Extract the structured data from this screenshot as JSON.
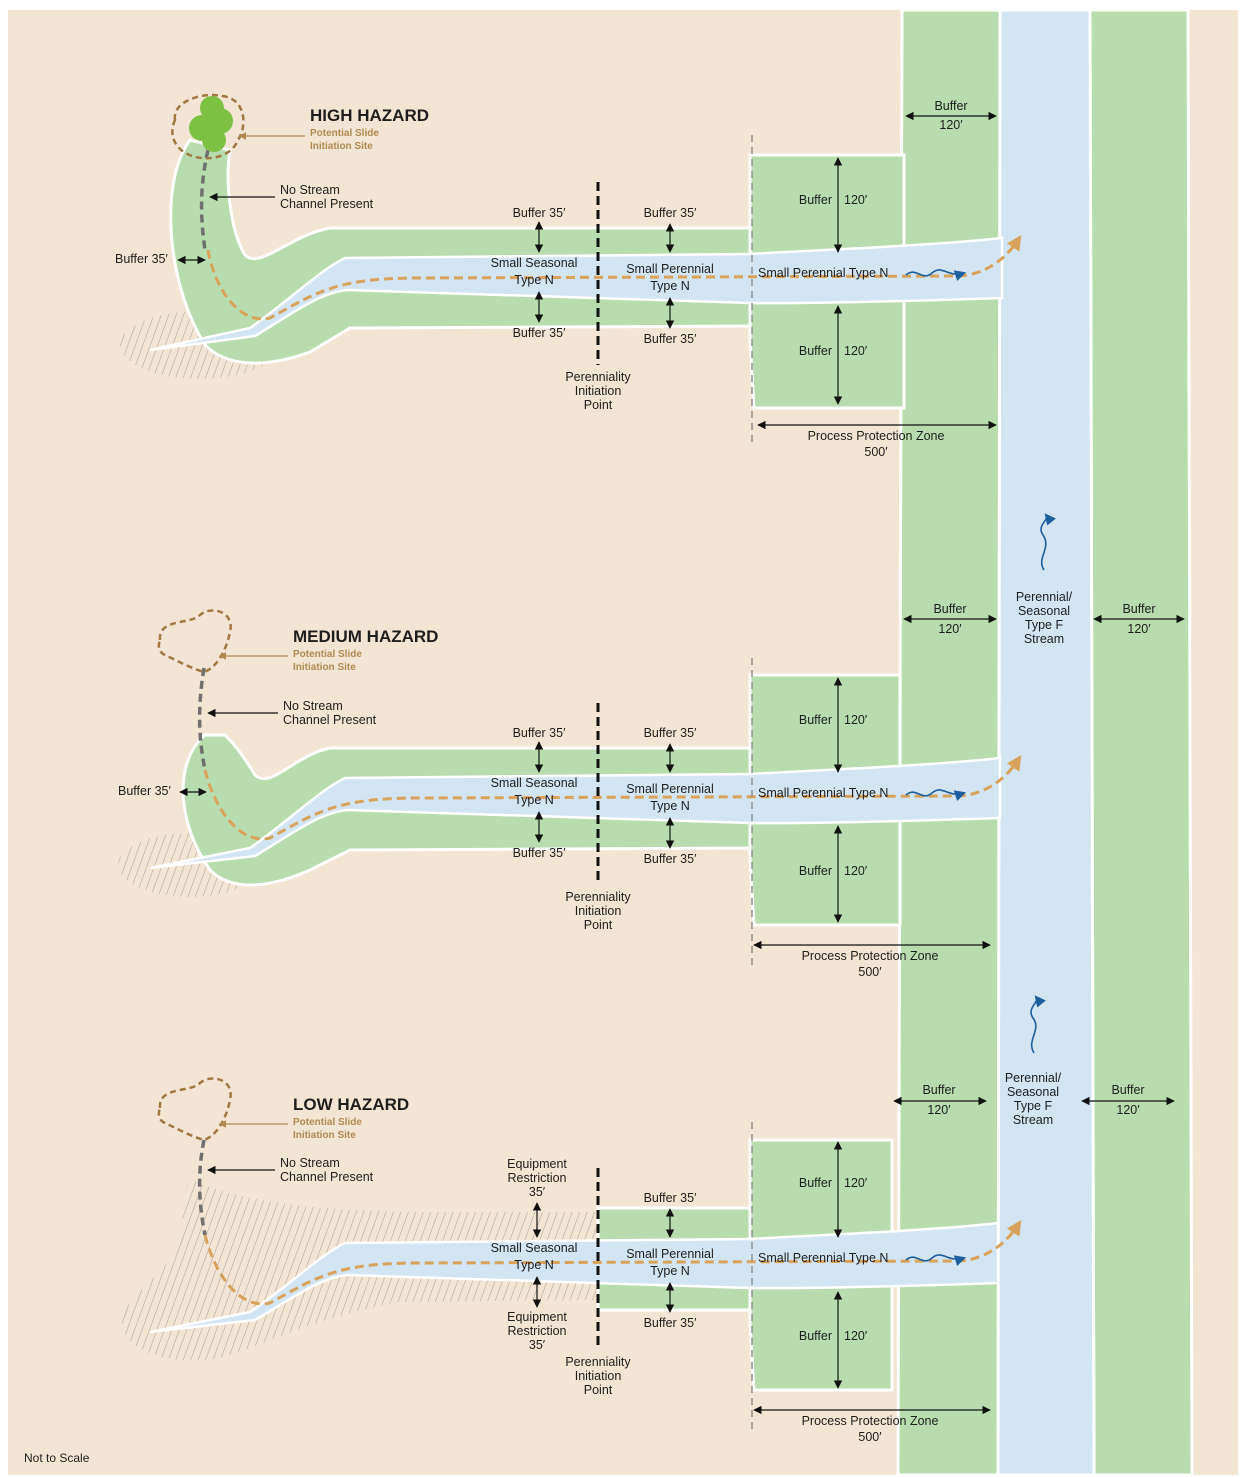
{
  "colors": {
    "background": "#f3e5d4",
    "buffer_green": "#b8dcae",
    "stream_blue": "#d3e4f3",
    "path_orange": "#d8a25a",
    "slide_site_brown": "#a07840",
    "flow_arrow_blue": "#1c5f9c",
    "tree_green": "#7cc142"
  },
  "panels": [
    {
      "title": "HIGH HAZARD",
      "slide_label_1": "Potential Slide",
      "slide_label_2": "Initiation Site",
      "no_stream_1": "No Stream",
      "no_stream_2": "Channel Present",
      "side_buffer": "Buffer 35′",
      "upper_left_label_1": "Buffer 35′",
      "upper_left_label_2": "",
      "upper_left_label_3": "",
      "lower_left_label_1": "Buffer 35′",
      "lower_left_label_2": "",
      "lower_left_label_3": "",
      "seasonal_1": "Small Seasonal",
      "seasonal_2": "Type N",
      "upper_mid_buffer": "Buffer 35′",
      "lower_mid_buffer": "Buffer 35′",
      "perennial_1": "Small Perennial",
      "perennial_2": "Type N",
      "perennial_long": "Small Perennial Type N",
      "buffer_word": "Buffer",
      "buffer_value": "120′",
      "pip_1": "Perenniality",
      "pip_2": "Initiation",
      "pip_3": "Point",
      "ppz_1": "Process Protection Zone",
      "ppz_2": "500′"
    },
    {
      "title": "MEDIUM HAZARD",
      "slide_label_1": "Potential Slide",
      "slide_label_2": "Initiation Site",
      "no_stream_1": "No Stream",
      "no_stream_2": "Channel Present",
      "side_buffer": "Buffer 35′",
      "upper_left_label_1": "Buffer 35′",
      "upper_left_label_2": "",
      "upper_left_label_3": "",
      "lower_left_label_1": "Buffer 35′",
      "lower_left_label_2": "",
      "lower_left_label_3": "",
      "seasonal_1": "Small Seasonal",
      "seasonal_2": "Type N",
      "upper_mid_buffer": "Buffer 35′",
      "lower_mid_buffer": "Buffer 35′",
      "perennial_1": "Small Perennial",
      "perennial_2": "Type N",
      "perennial_long": "Small Perennial Type N",
      "buffer_word": "Buffer",
      "buffer_value": "120′",
      "pip_1": "Perenniality",
      "pip_2": "Initiation",
      "pip_3": "Point",
      "ppz_1": "Process Protection Zone",
      "ppz_2": "500′"
    },
    {
      "title": "LOW HAZARD",
      "slide_label_1": "Potential Slide",
      "slide_label_2": "Initiation Site",
      "no_stream_1": "No Stream",
      "no_stream_2": "Channel Present",
      "side_buffer": "",
      "upper_left_label_1": "Equipment",
      "upper_left_label_2": "Restriction",
      "upper_left_label_3": "35′",
      "lower_left_label_1": "Equipment",
      "lower_left_label_2": "Restriction",
      "lower_left_label_3": "35′",
      "seasonal_1": "Small Seasonal",
      "seasonal_2": "Type N",
      "upper_mid_buffer": "Buffer 35′",
      "lower_mid_buffer": "Buffer 35′",
      "perennial_1": "Small Perennial",
      "perennial_2": "Type N",
      "perennial_long": "Small Perennial Type N",
      "buffer_word": "Buffer",
      "buffer_value": "120′",
      "pip_1": "Perenniality",
      "pip_2": "Initiation",
      "pip_3": "Point",
      "ppz_1": "Process Protection Zone",
      "ppz_2": "500′"
    }
  ],
  "main_stream": {
    "label_1": "Perennial/",
    "label_2": "Seasonal",
    "label_3": "Type F",
    "label_4": "Stream",
    "buffer_word": "Buffer",
    "buffer_value": "120′"
  },
  "footer": {
    "not_to_scale": "Not to Scale"
  }
}
